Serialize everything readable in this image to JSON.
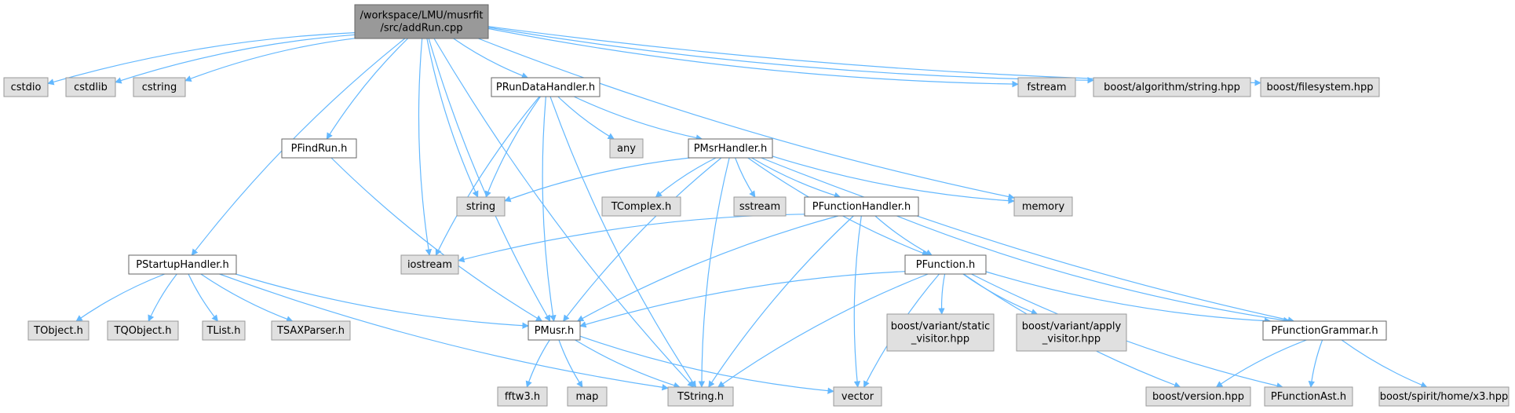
{
  "colors": {
    "root_fill": "#999999",
    "local_fill": "#ffffff",
    "system_fill": "#e0e0e0",
    "local_border": "#666666",
    "system_border": "#999999",
    "edge": "#63b8ff"
  },
  "nodes": [
    {
      "id": "addrun",
      "kind": "root",
      "lines": [
        "/workspace/LMU/musrfit",
        "/src/addRun.cpp"
      ]
    },
    {
      "id": "cstdio",
      "kind": "system",
      "lines": [
        "cstdio"
      ]
    },
    {
      "id": "cstdlib",
      "kind": "system",
      "lines": [
        "cstdlib"
      ]
    },
    {
      "id": "cstring",
      "kind": "system",
      "lines": [
        "cstring"
      ]
    },
    {
      "id": "pstartup",
      "kind": "local",
      "lines": [
        "PStartupHandler.h"
      ]
    },
    {
      "id": "pmusr",
      "kind": "local",
      "lines": [
        "PMusr.h"
      ]
    },
    {
      "id": "pfindrun",
      "kind": "local",
      "lines": [
        "PFindRun.h"
      ]
    },
    {
      "id": "iostream",
      "kind": "system",
      "lines": [
        "iostream"
      ]
    },
    {
      "id": "string",
      "kind": "system",
      "lines": [
        "string"
      ]
    },
    {
      "id": "prundata",
      "kind": "local",
      "lines": [
        "PRunDataHandler.h"
      ]
    },
    {
      "id": "memory",
      "kind": "system",
      "lines": [
        "memory"
      ]
    },
    {
      "id": "tstring",
      "kind": "system",
      "lines": [
        "TString.h"
      ]
    },
    {
      "id": "fstream",
      "kind": "system",
      "lines": [
        "fstream"
      ]
    },
    {
      "id": "boostalgo",
      "kind": "system",
      "lines": [
        "boost/algorithm/string.hpp"
      ]
    },
    {
      "id": "boostfs",
      "kind": "system",
      "lines": [
        "boost/filesystem.hpp"
      ]
    },
    {
      "id": "any",
      "kind": "system",
      "lines": [
        "any"
      ]
    },
    {
      "id": "pmsr",
      "kind": "local",
      "lines": [
        "PMsrHandler.h"
      ]
    },
    {
      "id": "tcomplex",
      "kind": "system",
      "lines": [
        "TComplex.h"
      ]
    },
    {
      "id": "sstream",
      "kind": "system",
      "lines": [
        "sstream"
      ]
    },
    {
      "id": "pfunchandler",
      "kind": "local",
      "lines": [
        "PFunctionHandler.h"
      ]
    },
    {
      "id": "pfunction",
      "kind": "local",
      "lines": [
        "PFunction.h"
      ]
    },
    {
      "id": "pfuncgrammar",
      "kind": "local",
      "lines": [
        "PFunctionGrammar.h"
      ]
    },
    {
      "id": "vector",
      "kind": "system",
      "lines": [
        "vector"
      ]
    },
    {
      "id": "tobject",
      "kind": "system",
      "lines": [
        "TObject.h"
      ]
    },
    {
      "id": "tqobject",
      "kind": "system",
      "lines": [
        "TQObject.h"
      ]
    },
    {
      "id": "tlist",
      "kind": "system",
      "lines": [
        "TList.h"
      ]
    },
    {
      "id": "tsaxparser",
      "kind": "system",
      "lines": [
        "TSAXParser.h"
      ]
    },
    {
      "id": "fftw3",
      "kind": "system",
      "lines": [
        "fftw3.h"
      ]
    },
    {
      "id": "map",
      "kind": "system",
      "lines": [
        "map"
      ]
    },
    {
      "id": "bstatic",
      "kind": "system",
      "lines": [
        "boost/variant/static",
        "_visitor.hpp"
      ]
    },
    {
      "id": "bapply",
      "kind": "system",
      "lines": [
        "boost/variant/apply",
        "_visitor.hpp"
      ]
    },
    {
      "id": "bversion",
      "kind": "system",
      "lines": [
        "boost/version.hpp"
      ]
    },
    {
      "id": "pfuncast",
      "kind": "system",
      "lines": [
        "PFunctionAst.h"
      ]
    },
    {
      "id": "bspirit",
      "kind": "system",
      "lines": [
        "boost/spirit/home/x3.hpp"
      ]
    }
  ],
  "edges": [
    [
      "addrun",
      "cstdio"
    ],
    [
      "addrun",
      "cstdlib"
    ],
    [
      "addrun",
      "cstring"
    ],
    [
      "addrun",
      "pstartup"
    ],
    [
      "addrun",
      "pmusr"
    ],
    [
      "addrun",
      "pfindrun"
    ],
    [
      "addrun",
      "iostream"
    ],
    [
      "addrun",
      "string"
    ],
    [
      "addrun",
      "prundata"
    ],
    [
      "addrun",
      "memory"
    ],
    [
      "addrun",
      "tstring"
    ],
    [
      "addrun",
      "fstream"
    ],
    [
      "addrun",
      "boostalgo"
    ],
    [
      "addrun",
      "boostfs"
    ],
    [
      "pstartup",
      "tobject"
    ],
    [
      "pstartup",
      "tqobject"
    ],
    [
      "pstartup",
      "tlist"
    ],
    [
      "pstartup",
      "tsaxparser"
    ],
    [
      "pstartup",
      "pmusr"
    ],
    [
      "pstartup",
      "tstring"
    ],
    [
      "pfindrun",
      "pmusr"
    ],
    [
      "prundata",
      "pmusr"
    ],
    [
      "prundata",
      "iostream"
    ],
    [
      "prundata",
      "string"
    ],
    [
      "prundata",
      "any"
    ],
    [
      "prundata",
      "pmsr"
    ],
    [
      "prundata",
      "tstring"
    ],
    [
      "pmsr",
      "pmusr"
    ],
    [
      "pmsr",
      "string"
    ],
    [
      "pmsr",
      "tcomplex"
    ],
    [
      "pmsr",
      "sstream"
    ],
    [
      "pmsr",
      "tstring"
    ],
    [
      "pmsr",
      "pfunchandler"
    ],
    [
      "pmsr",
      "pfunction"
    ],
    [
      "pmsr",
      "memory"
    ],
    [
      "pmsr",
      "pfuncgrammar"
    ],
    [
      "pfunchandler",
      "iostream"
    ],
    [
      "pfunchandler",
      "pmusr"
    ],
    [
      "pfunchandler",
      "tstring"
    ],
    [
      "pfunchandler",
      "vector"
    ],
    [
      "pfunchandler",
      "pfunction"
    ],
    [
      "pfunchandler",
      "pfuncgrammar"
    ],
    [
      "pfunction",
      "pmusr"
    ],
    [
      "pfunction",
      "tstring"
    ],
    [
      "pfunction",
      "bstatic"
    ],
    [
      "pfunction",
      "bapply"
    ],
    [
      "pfunction",
      "vector"
    ],
    [
      "pfunction",
      "bversion"
    ],
    [
      "pfunction",
      "pfuncast"
    ],
    [
      "pfunction",
      "pfuncgrammar"
    ],
    [
      "pfuncgrammar",
      "bversion"
    ],
    [
      "pfuncgrammar",
      "pfuncast"
    ],
    [
      "pfuncgrammar",
      "bspirit"
    ],
    [
      "pmusr",
      "fftw3"
    ],
    [
      "pmusr",
      "map"
    ],
    [
      "pmusr",
      "tstring"
    ],
    [
      "pmusr",
      "vector"
    ]
  ]
}
